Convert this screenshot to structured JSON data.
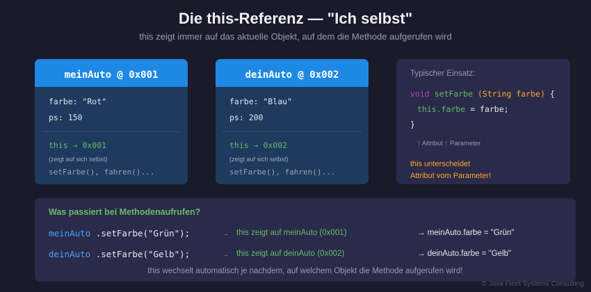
{
  "title": "Die this-Referenz — \"Ich selbst\"",
  "subtitle": "this zeigt immer auf das aktuelle Objekt, auf dem die Methode aufgerufen wird",
  "objects": [
    {
      "header": "meinAuto @ 0x001",
      "farbe": "farbe: \"Rot\"",
      "ps": "ps: 150",
      "this": "this → 0x001",
      "note": "(zeigt auf sich selbst)",
      "methods": "setFarbe(), fahren()..."
    },
    {
      "header": "deinAuto @ 0x002",
      "farbe": "farbe: \"Blau\"",
      "ps": "ps: 200",
      "this": "this → 0x002",
      "note": "(zeigt auf sich selbst)",
      "methods": "setFarbe(), fahren()..."
    }
  ],
  "usage": {
    "label": "Typischer Einsatz:",
    "kw": "void",
    "method": "setFarbe",
    "params": "(String farbe)",
    "brace": "{",
    "body_this": "this.farbe",
    "body_rest": "= farbe;",
    "close": "}",
    "annotation": "↑ Attribut ↑ Parameter",
    "note1": "this unterscheidet",
    "note2": "Attribut vom Parameter!"
  },
  "calls": {
    "heading": "Was passiert bei Methodenaufrufen?",
    "rows": [
      {
        "obj": "meinAuto",
        "call": ".setFarbe(\"Grün\");",
        "arrow": "→",
        "explain": "this zeigt auf meinAuto (0x001)",
        "result": "→ meinAuto.farbe = \"Grün\""
      },
      {
        "obj": "deinAuto",
        "call": ".setFarbe(\"Gelb\");",
        "arrow": "→",
        "explain": "this zeigt auf deinAuto (0x002)",
        "result": "→ deinAuto.farbe = \"Gelb\""
      }
    ],
    "footer": "this wechselt automatisch je nachdem, auf welchem Objekt die Methode aufgerufen wird!"
  },
  "copyright": "© Java Fleet Systems Consulting"
}
